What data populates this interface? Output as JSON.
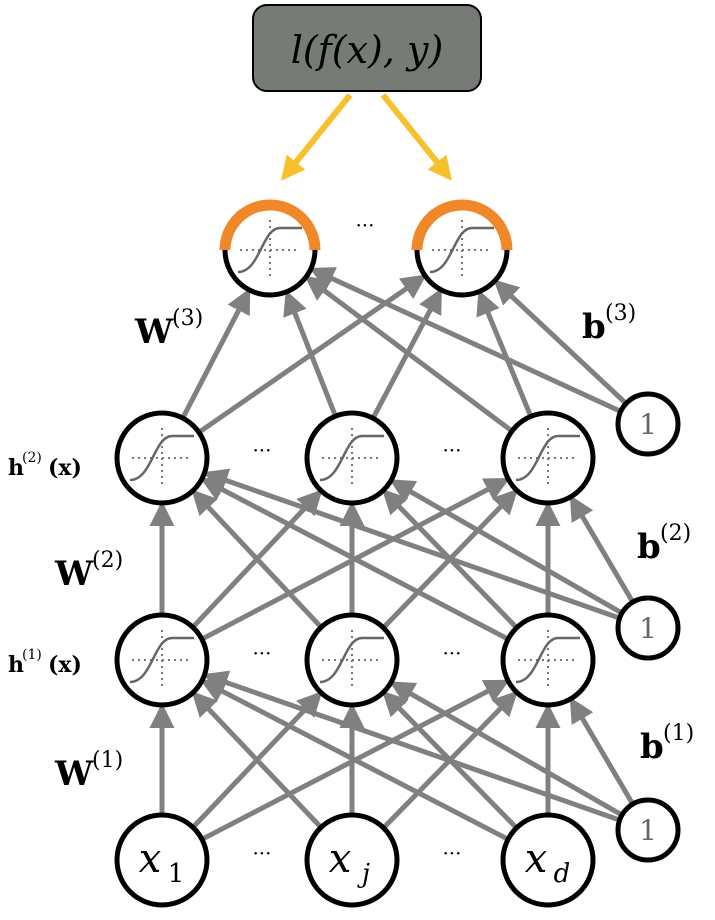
{
  "loss": {
    "label": "l(f(x), y)"
  },
  "dots": "···",
  "labels": {
    "W3": "W",
    "W3_sup": "(3)",
    "W2": "W",
    "W2_sup": "(2)",
    "W1": "W",
    "W1_sup": "(1)",
    "b3": "b",
    "b3_sup": "(3)",
    "b2": "b",
    "b2_sup": "(2)",
    "b1": "b",
    "b1_sup": "(1)",
    "h2": "h",
    "h2_sup": "(2)",
    "h2_arg": "(x)",
    "h1": "h",
    "h1_sup": "(1)",
    "h1_arg": "(x)"
  },
  "inputs": [
    {
      "base": "x",
      "sub": "1"
    },
    {
      "base": "x",
      "sub": "j"
    },
    {
      "base": "x",
      "sub": "d"
    }
  ],
  "bias_value": "1",
  "colors": {
    "edge": "#808080",
    "node_stroke": "#000000",
    "loss_fill": "#767b76",
    "yellow_arrow": "#f7c12e",
    "orange_arc": "#f0882a"
  },
  "icons": [
    "sigmoid-icon"
  ]
}
